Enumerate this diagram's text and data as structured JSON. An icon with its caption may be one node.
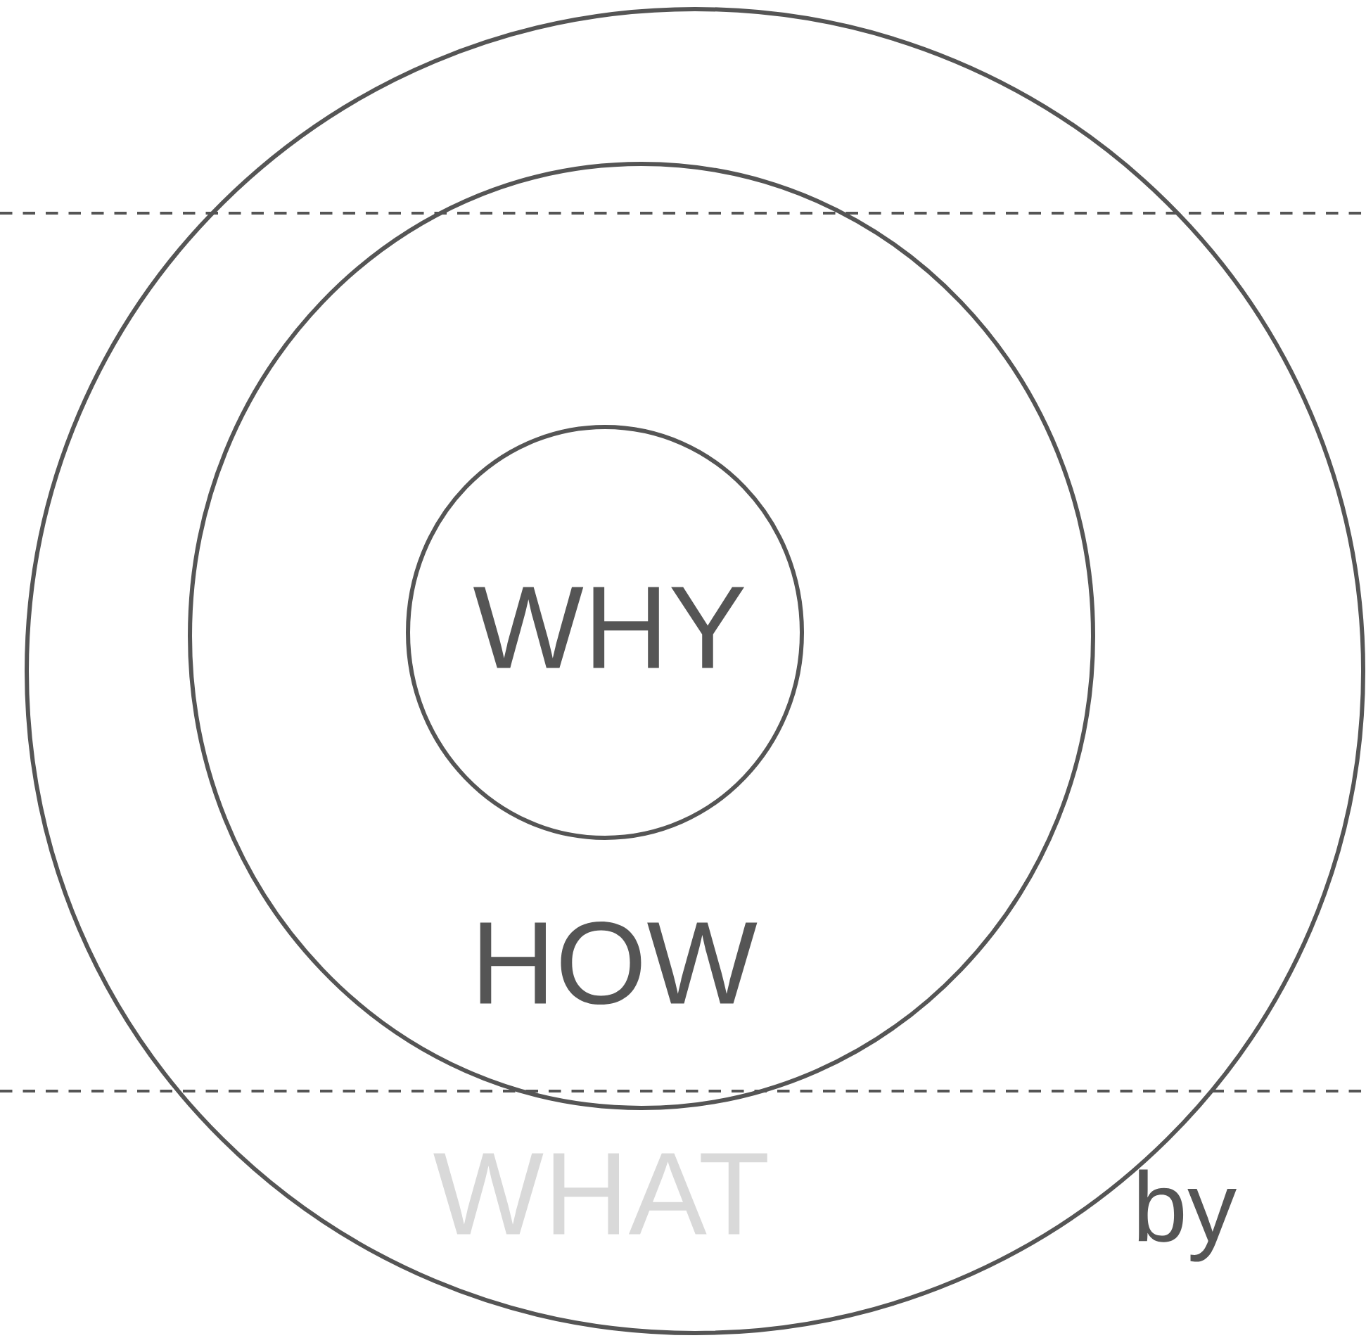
{
  "diagram": {
    "nodes": [
      {
        "text": [
          "WHAT"
        ]
      },
      {
        "text": [
          "HOW"
        ],
        "in": 0
      },
      {
        "text": [
          "WHY"
        ],
        "in": 1
      }
    ],
    "edges": [],
    "labels": [
      "by"
    ]
  }
}
